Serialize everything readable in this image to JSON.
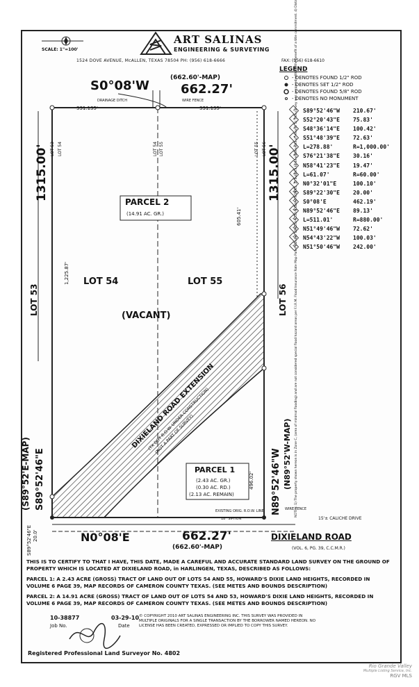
{
  "header": {
    "company": "ART SALINAS",
    "subtitle": "ENGINEERING & SURVEYING",
    "address": "1524 DOVE AVENUE,        McALLEN, TEXAS 78504     PH: (956) 618-6666",
    "fax": "FAX: (956) 618-6610",
    "scale": "SCALE:    1\"=100'"
  },
  "legend": {
    "title": "LEGEND",
    "items": [
      "- DENOTES FOUND 1/2\" ROD",
      "- DENOTES SET 1/2\" ROD",
      "- DENOTES FOUND 5/8\" ROD",
      "- DENOTES NO MONUMENT"
    ]
  },
  "line_table": [
    {
      "no": "1",
      "call": "S89°52'46\"W",
      "dist": "210.67'"
    },
    {
      "no": "2",
      "call": "S52°20'43\"E",
      "dist": "75.83'"
    },
    {
      "no": "3",
      "call": "S48°36'14\"E",
      "dist": "100.42'"
    },
    {
      "no": "4",
      "call": "S51°48'39\"E",
      "dist": "72.63'"
    },
    {
      "no": "5",
      "call": "L=278.88'",
      "dist": "R=1,000.00'"
    },
    {
      "no": "6",
      "call": "S76°21'38\"E",
      "dist": "30.16'"
    },
    {
      "no": "7",
      "call": "N58°41'23\"E",
      "dist": "19.47'"
    },
    {
      "no": "8",
      "call": "L=61.07'",
      "dist": "R=60.00'"
    },
    {
      "no": "9",
      "call": "N0°32'01\"E",
      "dist": "100.10'"
    },
    {
      "no": "10",
      "call": "S89°22'30\"E",
      "dist": "20.00'"
    },
    {
      "no": "11",
      "call": "S0°08'E",
      "dist": "462.19'"
    },
    {
      "no": "12",
      "call": "N89°52'46\"E",
      "dist": "89.13'"
    },
    {
      "no": "13",
      "call": "L=511.01'",
      "dist": "R=880.00'"
    },
    {
      "no": "14",
      "call": "N51°49'46\"W",
      "dist": "72.62'"
    },
    {
      "no": "15",
      "call": "N54°43'22\"W",
      "dist": "100.03'"
    },
    {
      "no": "16",
      "call": "N51°50'46\"W",
      "dist": "242.00'"
    }
  ],
  "plat": {
    "top_bearing": "S0°08'W",
    "top_map": "(662.60'-MAP)",
    "top_dist": "662.27'",
    "top_left_split": "331.135'",
    "top_right_split": "331.135'",
    "drainage_ditch": "DRAINAGE DITCH",
    "wire_fence_top": "WIRE FENCE",
    "left_dist": "1315.00'",
    "right_dist": "1315.00'",
    "parcel2_title": "PARCEL 2",
    "parcel2_area": "(14.91 AC. GR.)",
    "lot54": "LOT 54",
    "lot55": "LOT 55",
    "lot53": "LOT 53",
    "lot56": "LOT 56",
    "vacant": "(VACANT)",
    "left_inner": "1,225.87'",
    "right_inner": "605.41'",
    "road_ext": "DIXIELAND ROAD EXTENSION",
    "road_ext_sub": "(TX DOT R.O.W. UNDER CONSTRUCTION)",
    "road_ext_sub2": "(NOT A PART OF SURVEY)",
    "parcel1_title": "PARCEL 1",
    "parcel1_gr": "(2.43 AC. GR.)",
    "parcel1_rd": "(0.30 AC. RD.)",
    "parcel1_remain": "(2.13 AC. REMAIN)",
    "left_bearing": "S89°52'46\"E",
    "left_map": "(S89°52'E-MAP)",
    "right_bearing": "N89°52'46\"W",
    "right_map": "(N89°52'W-MAP)",
    "right_inner2": "496.02'",
    "bottom_bearing": "N0°08'E",
    "bottom_dist": "662.27'",
    "bottom_map": "(662.60'-MAP)",
    "road_name": "DIXIELAND ROAD",
    "road_ref": "(VOL. 6, PG. 39, C.C.M.R.)",
    "caliche": "15'± CALICHE DRIVE",
    "existing_row": "EXISTING ORIG. R.O.W. LINE",
    "siphon": "18\" SIPHON",
    "wire_fence": "WIRE FENCE",
    "twenty": "20.0'",
    "sw_bearing": "S89°52'46\"E",
    "lot54_small": "LOT 54",
    "lot55_small": "LOT 55",
    "lot53_small": "LOT 53",
    "lot56_small": "LOT 56"
  },
  "certification": {
    "intro": "THIS IS TO CERTIFY TO THAT I HAVE, THIS DATE, MADE A CAREFUL AND ACCURATE STANDARD LAND SURVEY ON THE GROUND OF PROPERTY WHICH IS LOCATED AT        DIXIELAND ROAD, in HARLINGEN, TEXAS, DESCRIBED AS FOLLOWS:",
    "parcel1": "PARCEL 1: A 2.43 ACRE (GROSS) TRACT OF LAND OUT OF LOTS 54 AND 55, HOWARD'S DIXIE LAND HEIGHTS, RECORDED IN VOLUME 6 PAGE 39, MAP RECORDS OF CAMERON COUNTY TEXAS. (SEE METES AND BOUNDS DESCRIPTION)",
    "parcel2": "PARCEL 2: A 14.91 ACRE (GROSS) TRACT OF LAND OUT OF LOTS 54 AND 53, HOWARD'S DIXIE LAND HEIGHTS, RECORDED IN VOLUME 6 PAGE 39, MAP RECORDS OF CAMERON COUNTY TEXAS. (SEE METES AND BOUNDS DESCRIPTION)",
    "job_no": "10-38877",
    "job_label": "Job No.",
    "date": "03-29-10",
    "date_label": "Date",
    "copyright": "© COPYRIGHT 2010 ART SALINAS ENGINEERING INC. THIS SURVEY WAS PROVIDED IN MULTIPLE ORIGINALS FOR A SINGLE TRANSACTION BY THE BORROWER NAMED HEREON. NO LICENSE HAS BEEN CREATED, EXPRESSED OR IMPLIED TO COPY THIS SURVEY.",
    "registered": "Registered Professional Land Surveyor No. 4802"
  },
  "notes_text": "NOTES: 1) The property shown hereon is in Zone C, (area of minimal flooding) and are not considered special flood hazard areas per F.I.R.M. Flood Insurance Rate Map Panel number 480103-0215-B dated 9/18/85. 2) Subject to all easements of record. 3) This survey was prepared without the benefit of a title commitment. 4) Distances shown are based on plat of record and field measurements. 5) Bearings shown are based on the recorded plat of Howard's Dixie Land Heights subdivision. 6) This is a certified survey and does not constitute a title search or guarantee of ownership.",
  "watermark": {
    "line1": "Rio Grande Valley",
    "line2": "Multiple Listing Service, Inc.",
    "line3": "RGV MLS"
  }
}
